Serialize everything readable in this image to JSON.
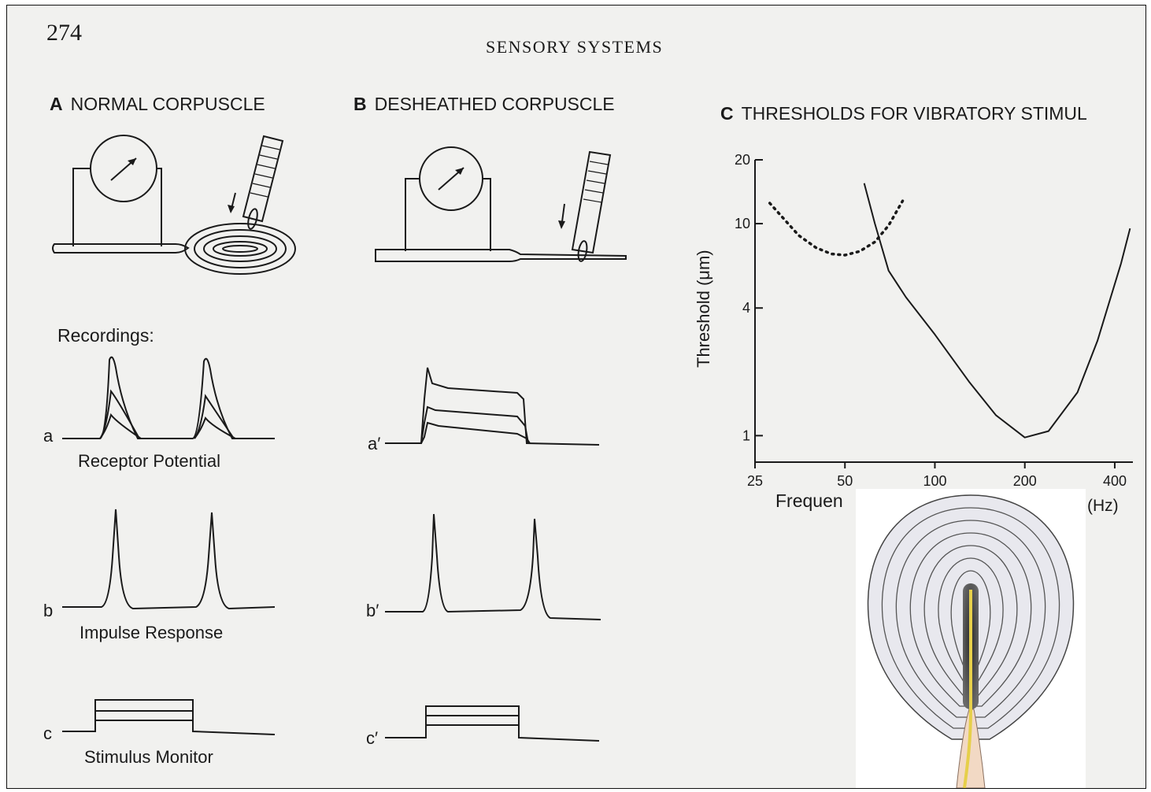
{
  "page_number": "274",
  "running_head": "SENSORY SYSTEMS",
  "panels": {
    "a": {
      "letter": "A",
      "title": "NORMAL CORPUSCLE"
    },
    "b": {
      "letter": "B",
      "title": "DESHEATHED CORPUSCLE"
    },
    "c": {
      "letter": "C",
      "title": "THRESHOLDS FOR VIBRATORY STIMUL"
    }
  },
  "recordings_label": "Recordings:",
  "traces": {
    "a": "a",
    "b": "b",
    "c": "c",
    "a_prime": "a′",
    "b_prime": "b′",
    "c_prime": "c′",
    "receptor_potential": "Receptor Potential",
    "impulse_response": "Impulse Response",
    "stimulus_monitor": "Stimulus Monitor"
  },
  "chart_data": {
    "type": "line",
    "ylabel": "Threshold (μm)",
    "xlabel": "Frequen",
    "xunit": "(Hz)",
    "xscale": "log",
    "yscale": "log",
    "xticks": [
      "25",
      "50",
      "100",
      "200",
      "400"
    ],
    "yticks": [
      "1",
      "4",
      "10",
      "20"
    ],
    "series": [
      {
        "style": "dotted",
        "x": [
          28,
          35,
          40,
          45,
          50,
          56,
          63,
          70,
          78
        ],
        "y": [
          12.5,
          8.8,
          7.7,
          7.2,
          7.1,
          7.4,
          8.2,
          9.8,
          12.8
        ]
      },
      {
        "style": "solid",
        "x": [
          58,
          63,
          70,
          80,
          100,
          130,
          160,
          200,
          240,
          300,
          350,
          420,
          450
        ],
        "y": [
          15.5,
          10,
          6,
          4.5,
          3,
          1.8,
          1.25,
          0.98,
          1.05,
          1.6,
          2.8,
          6.5,
          9.5
        ]
      }
    ]
  },
  "colors": {
    "nerve_fiber": "#e6cf4a",
    "paper": "#f1f1ef",
    "ink": "#1a1a1a"
  }
}
